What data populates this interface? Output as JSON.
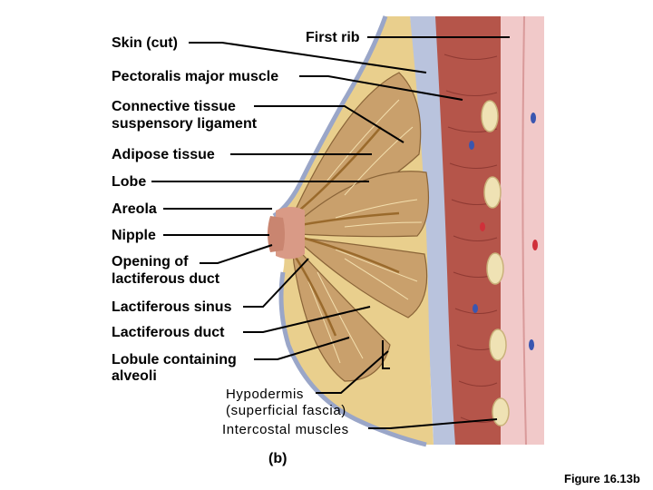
{
  "labels": {
    "skin": "Skin (cut)",
    "first_rib": "First rib",
    "pectoralis": "Pectoralis major muscle",
    "connective_1": "Connective tissue",
    "connective_2": "suspensory ligament",
    "adipose": "Adipose tissue",
    "lobe": "Lobe",
    "areola": "Areola",
    "nipple": "Nipple",
    "opening_1": "Opening of",
    "opening_2": "lactiferous duct",
    "sinus": "Lactiferous sinus",
    "duct": "Lactiferous duct",
    "lobule_1": "Lobule containing",
    "lobule_2": "alveoli",
    "hypodermis_1": "Hypodermis",
    "hypodermis_2": "(superficial fascia)",
    "intercostal": "Intercostal muscles",
    "panel": "(b)",
    "figure": "Figure 16.13b"
  },
  "colors": {
    "skin_pink": "#f1c9c9",
    "muscle": "#b5554a",
    "adipose": "#e9cf8d",
    "lobule": "#c9a06c",
    "fascia": "#b9c3dd",
    "leader": "#000000"
  }
}
